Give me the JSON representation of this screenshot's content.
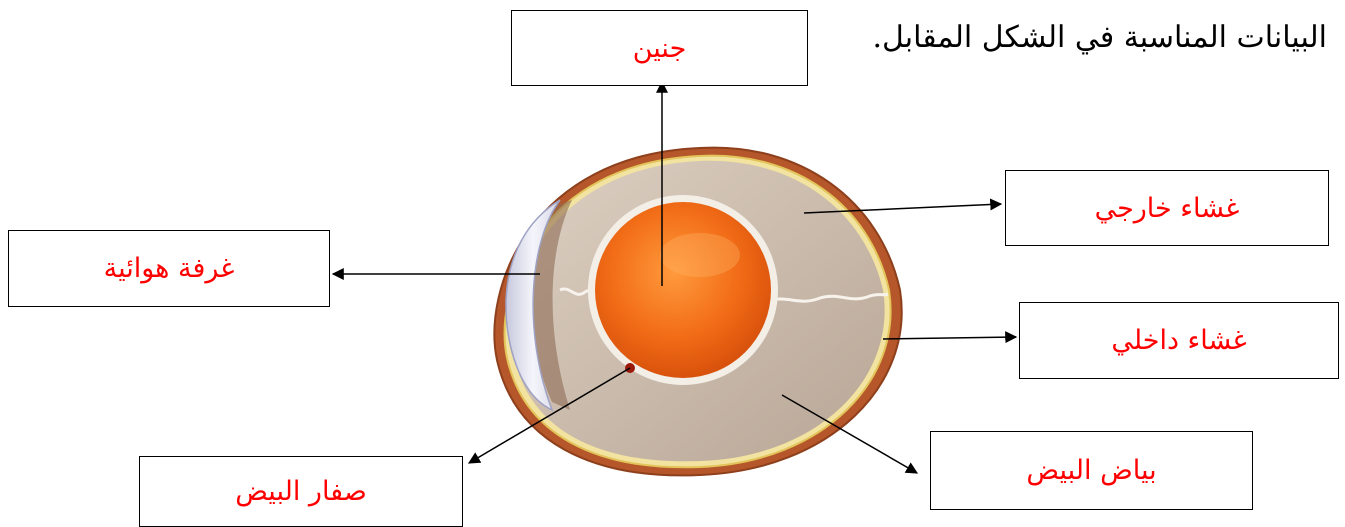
{
  "instruction": "البيانات المناسبة في الشكل المقابل.",
  "labels": {
    "embryo": "جنين",
    "air_chamber": "غرفة هوائية",
    "outer_membrane": "غشاء خارجي",
    "inner_membrane": "غشاء داخلي",
    "egg_white": "بياض البيض",
    "egg_yolk": "صفار البيض"
  },
  "colors": {
    "label_text": "#ff0000",
    "shell": "#b5572a",
    "albumen": "#c9b9a8",
    "yolk": "#f06a1a",
    "air_cell": "#e4e4f0"
  }
}
